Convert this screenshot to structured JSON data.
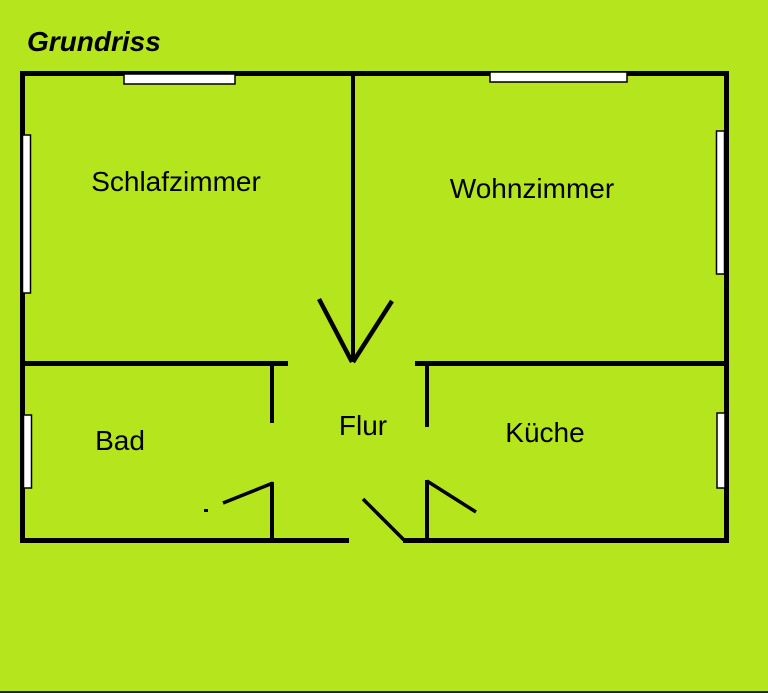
{
  "page": {
    "title": "Grundriss"
  },
  "rooms": {
    "schlafzimmer": "Schlafzimmer",
    "wohnzimmer": "Wohnzimmer",
    "bad": "Bad",
    "flur": "Flur",
    "kueche": "Küche"
  },
  "icons": {
    "entrance_arrow": "down-arrow"
  },
  "colors": {
    "background": "#b5e61d",
    "wall": "#000000",
    "window_fill": "#ffffff",
    "text": "#000000",
    "bottom_edge": "#1b2440"
  }
}
